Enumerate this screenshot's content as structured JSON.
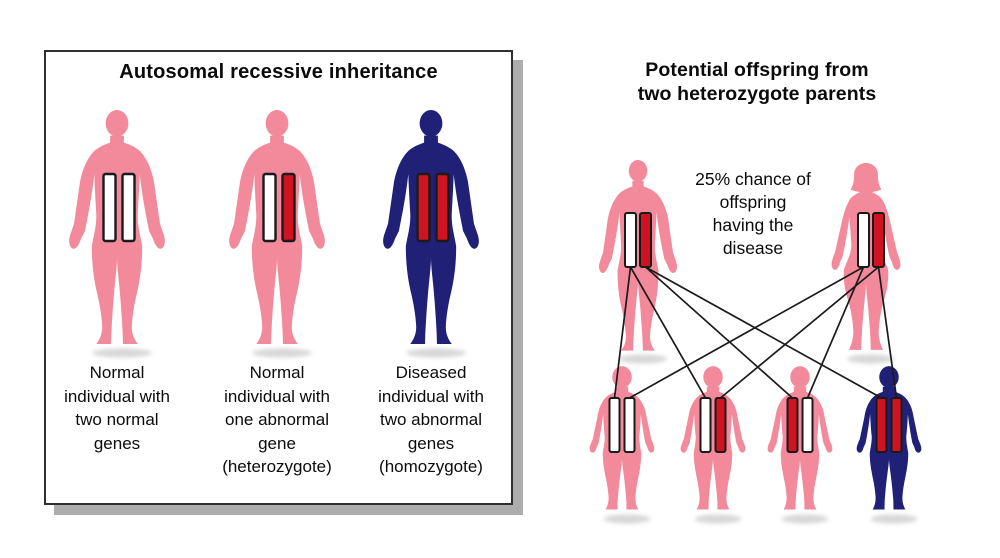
{
  "colors": {
    "figure_pink": "#F28A9B",
    "figure_navy": "#1F2076",
    "gene_red": "#D01320",
    "gene_white": "#FFFFFF",
    "line_black": "#1B1B1B",
    "panel_shadow_gray": "#ADADAD"
  },
  "left_panel": {
    "title": "Autosomal recessive inheritance",
    "figures": [
      {
        "name": "normal-individual",
        "sex": "male",
        "body": "pink",
        "genes": [
          "normal",
          "normal"
        ],
        "caption_lines": [
          "Normal",
          "individual with",
          "two normal",
          "genes"
        ]
      },
      {
        "name": "heterozygote-individual",
        "sex": "male",
        "body": "pink",
        "genes": [
          "normal",
          "abnormal"
        ],
        "caption_lines": [
          "Normal",
          "individual with",
          "one abnormal",
          "gene",
          "(heterozygote)"
        ]
      },
      {
        "name": "homozygote-individual",
        "sex": "male",
        "body": "navy",
        "genes": [
          "abnormal",
          "abnormal"
        ],
        "caption_lines": [
          "Diseased",
          "individual with",
          "two abnormal",
          "genes",
          "(homozygote)"
        ]
      }
    ]
  },
  "right_panel": {
    "title_lines": [
      "Potential offspring from",
      "two heterozygote parents"
    ],
    "note_lines": [
      "25% chance of",
      "offspring",
      "having the",
      "disease"
    ],
    "parents": [
      {
        "name": "father-heterozygote",
        "sex": "male",
        "body": "pink",
        "genes": [
          "normal",
          "abnormal"
        ]
      },
      {
        "name": "mother-heterozygote",
        "sex": "female",
        "body": "pink",
        "genes": [
          "normal",
          "abnormal"
        ]
      }
    ],
    "children": [
      {
        "name": "child-normal",
        "sex": "child",
        "body": "pink",
        "genes": [
          "normal",
          "normal"
        ]
      },
      {
        "name": "child-carrier-left",
        "sex": "child",
        "body": "pink",
        "genes": [
          "normal",
          "abnormal"
        ]
      },
      {
        "name": "child-carrier-right",
        "sex": "child",
        "body": "pink",
        "genes": [
          "abnormal",
          "normal"
        ]
      },
      {
        "name": "child-diseased",
        "sex": "child",
        "body": "navy",
        "genes": [
          "abnormal",
          "abnormal"
        ]
      }
    ],
    "inheritance_lines": [
      {
        "parent": 0,
        "gene": 0,
        "child": 0,
        "slot": 0
      },
      {
        "parent": 0,
        "gene": 0,
        "child": 1,
        "slot": 0
      },
      {
        "parent": 0,
        "gene": 1,
        "child": 2,
        "slot": 0
      },
      {
        "parent": 0,
        "gene": 1,
        "child": 3,
        "slot": 0
      },
      {
        "parent": 1,
        "gene": 0,
        "child": 0,
        "slot": 1
      },
      {
        "parent": 1,
        "gene": 0,
        "child": 2,
        "slot": 1
      },
      {
        "parent": 1,
        "gene": 1,
        "child": 1,
        "slot": 1
      },
      {
        "parent": 1,
        "gene": 1,
        "child": 3,
        "slot": 1
      }
    ]
  }
}
